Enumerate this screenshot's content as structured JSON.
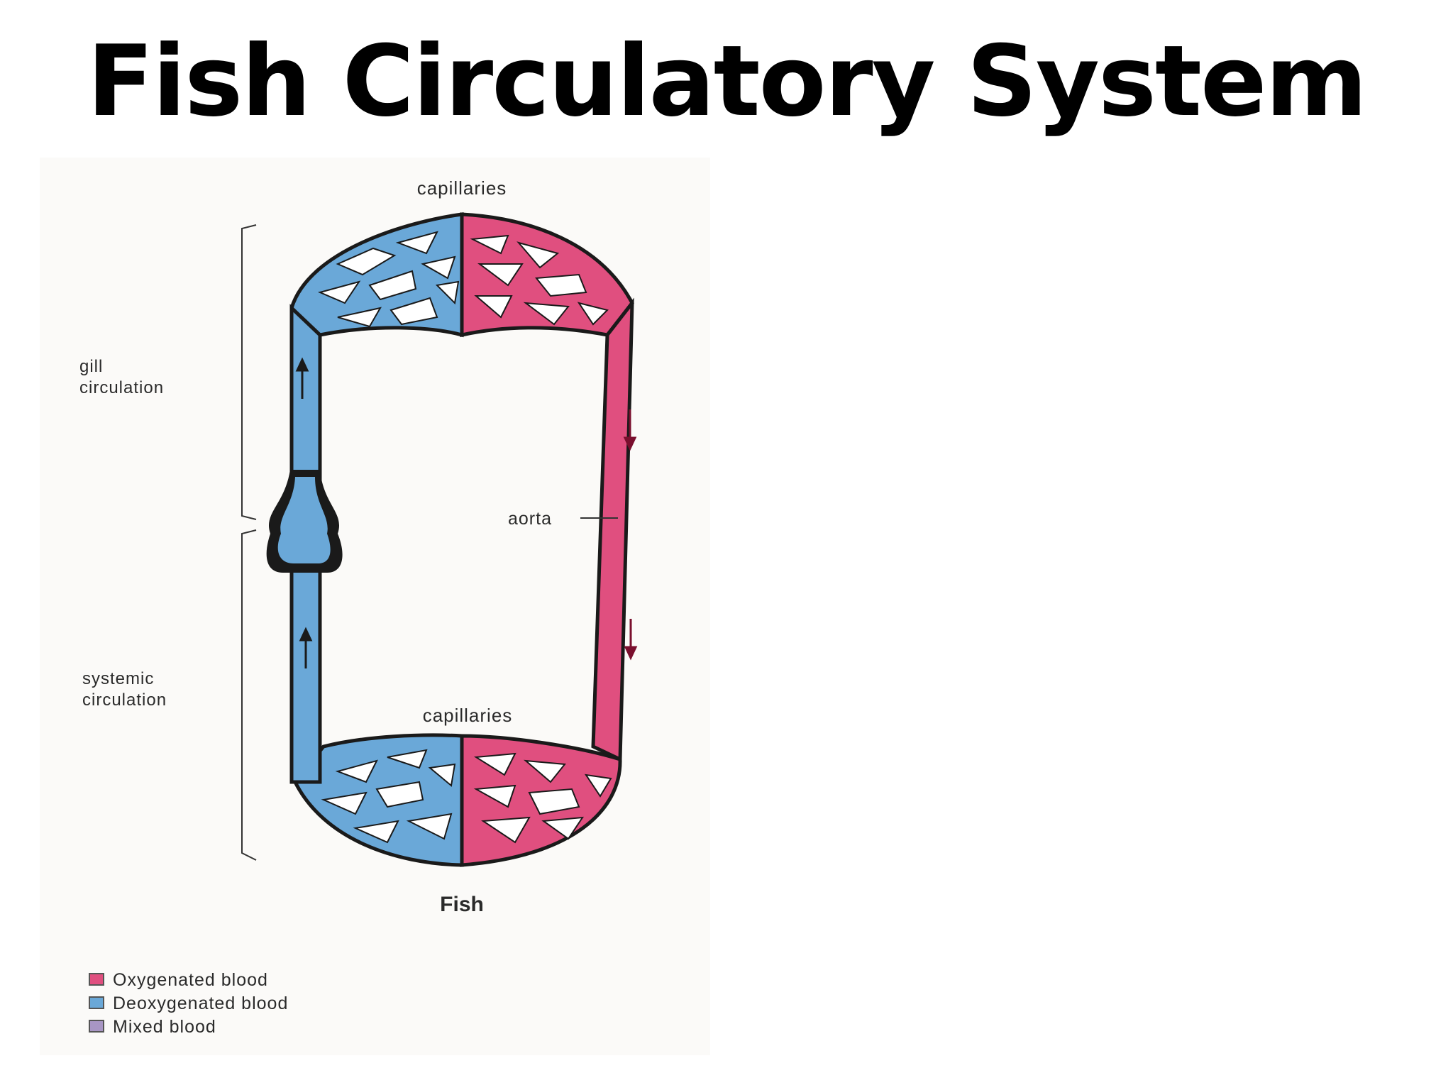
{
  "title": "Fish Circulatory System",
  "diagram": {
    "labels": {
      "top_capillaries": "capillaries",
      "bottom_capillaries": "capillaries",
      "gill_line1": "gill",
      "gill_line2": "circulation",
      "systemic_line1": "systemic",
      "systemic_line2": "circulation",
      "aorta": "aorta",
      "caption": "Fish"
    },
    "legend": [
      {
        "label": "Oxygenated blood",
        "color": "#e04f7f"
      },
      {
        "label": "Deoxygenated blood",
        "color": "#6aa8d8"
      },
      {
        "label": "Mixed blood",
        "color": "#a896c4"
      }
    ],
    "colors": {
      "oxygenated": "#e04f7f",
      "deoxygenated": "#6aa8d8",
      "outline": "#1a1a1a"
    }
  }
}
